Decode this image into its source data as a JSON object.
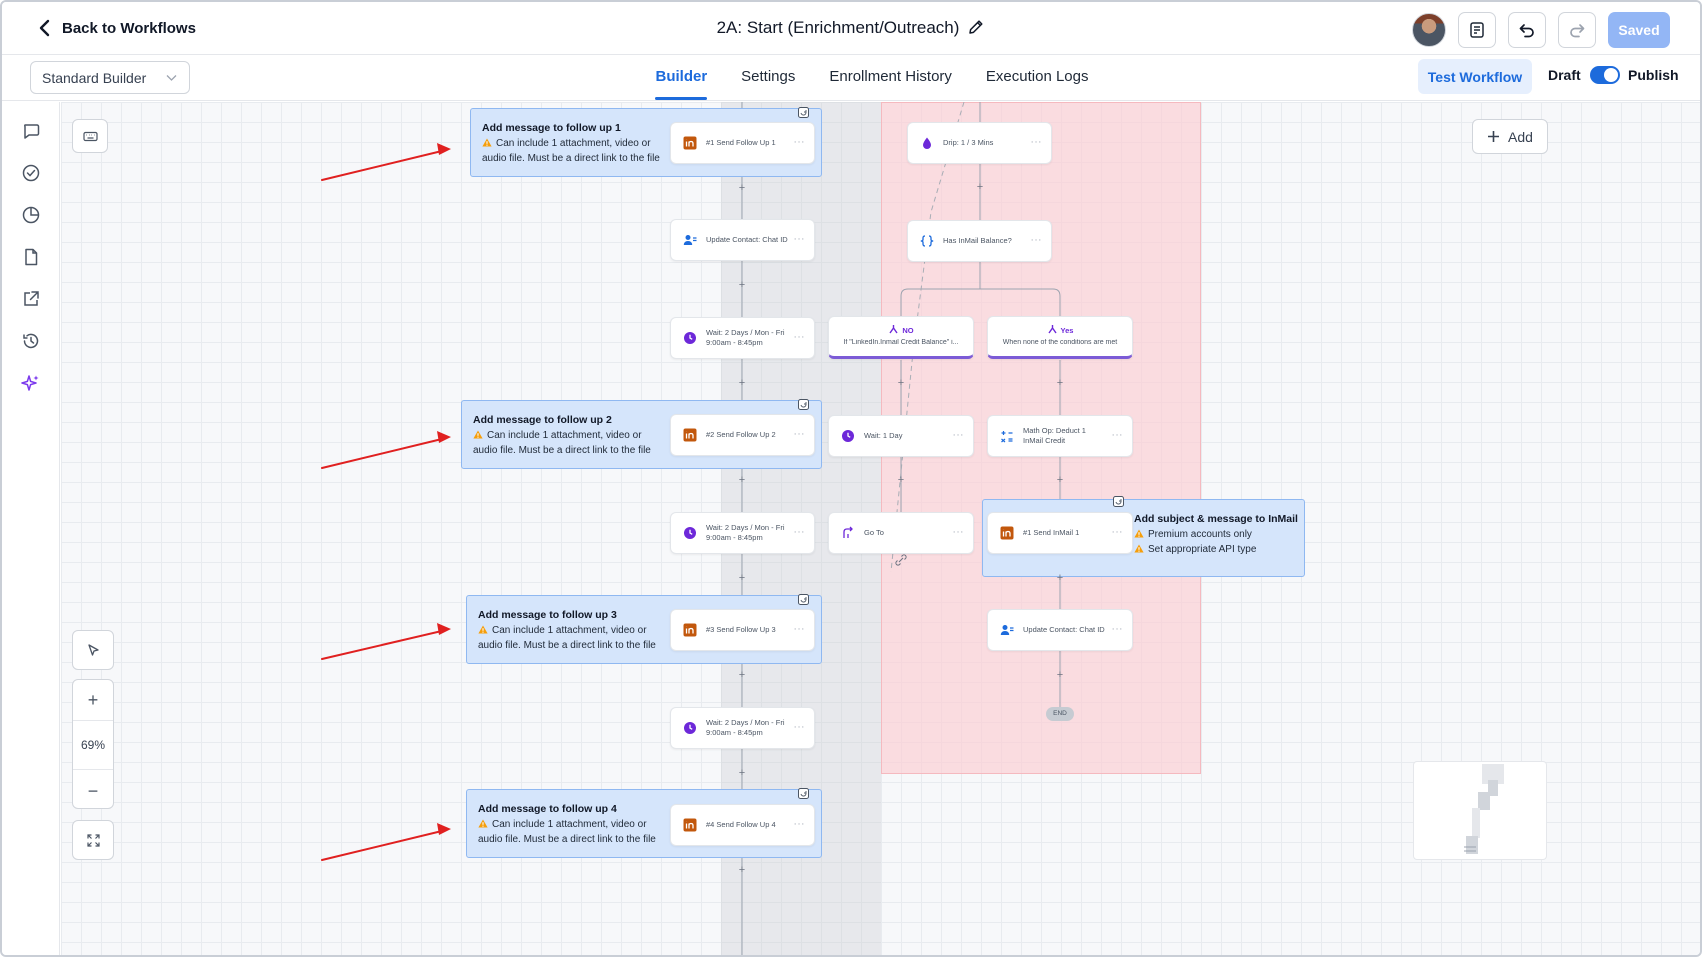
{
  "header": {
    "back_label": "Back to Workflows",
    "workflow_title": "2A: Start (Enrichment/Outreach)",
    "saved_label": "Saved"
  },
  "subbar": {
    "builder_mode": "Standard Builder",
    "tabs": [
      "Builder",
      "Settings",
      "Enrollment History",
      "Execution Logs"
    ],
    "active_tab": "Builder",
    "test_label": "Test Workflow",
    "draft_label": "Draft",
    "publish_label": "Publish"
  },
  "canvas": {
    "add_label": "Add",
    "zoom_level": "69%",
    "main_nodes": [
      {
        "label": "#1 Send Follow Up 1",
        "icon": "linkedin-icon"
      },
      {
        "label": "Update Contact: Chat ID",
        "icon": "contact-icon"
      },
      {
        "label": "Wait: 2 Days / Mon - Fri 9:00am - 8:45pm",
        "icon": "clock-icon"
      },
      {
        "label": "#2 Send Follow Up 2",
        "icon": "linkedin-icon"
      },
      {
        "label": "Wait: 2 Days / Mon - Fri 9:00am - 8:45pm",
        "icon": "clock-icon"
      },
      {
        "label": "#3 Send Follow Up 3",
        "icon": "linkedin-icon"
      },
      {
        "label": "Wait: 2 Days / Mon - Fri 9:00am - 8:45pm",
        "icon": "clock-icon"
      },
      {
        "label": "#4 Send Follow Up 4",
        "icon": "linkedin-icon"
      }
    ],
    "red_nodes": [
      {
        "label": "Drip: 1 / 3 Mins",
        "icon": "drip-icon"
      },
      {
        "label": "Has InMail Balance?",
        "icon": "condition-icon"
      },
      {
        "label": "Wait: 1 Day",
        "icon": "clock-icon"
      },
      {
        "label": "Math Op: Deduct 1 InMail Credit",
        "icon": "math-icon"
      },
      {
        "label": "Go To",
        "icon": "goto-icon"
      },
      {
        "label": "#1 Send InMail 1",
        "icon": "linkedin-icon"
      },
      {
        "label": "Update Contact: Chat ID",
        "icon": "contact-icon"
      }
    ],
    "branches": [
      {
        "label": "NO",
        "sub": "If \"LinkedIn.Inmail Credit Balance\" i..."
      },
      {
        "label": "Yes",
        "sub": "When none of the conditions are met"
      }
    ],
    "end_label": "END",
    "notes": [
      {
        "title": "Add message to follow up 1",
        "lines": [
          "Can include 1 attachment, video or",
          "audio file. Must be a direct link to the file"
        ]
      },
      {
        "title": "Add message to follow up 2",
        "lines": [
          "Can include 1 attachment, video or",
          "audio file. Must be a direct link to the file"
        ]
      },
      {
        "title": "Add message to follow up 3",
        "lines": [
          "Can include 1 attachment, video or",
          "audio file. Must be a direct link to the file"
        ]
      },
      {
        "title": "Add message to follow up 4",
        "lines": [
          "Can include 1 attachment, video or",
          "audio file. Must be a direct link to the file"
        ]
      },
      {
        "title": "Add subject & message to InMail",
        "lines": [
          "Premium accounts only",
          "Set appropriate API type"
        ]
      }
    ]
  },
  "colors": {
    "accent": "#1d6bdc",
    "note_bg": "#d5e5fb",
    "red_lane": "#fccdd2",
    "arrow": "#e02020",
    "linkedin_icon": "#c2570c",
    "purple": "#6d28d9"
  }
}
